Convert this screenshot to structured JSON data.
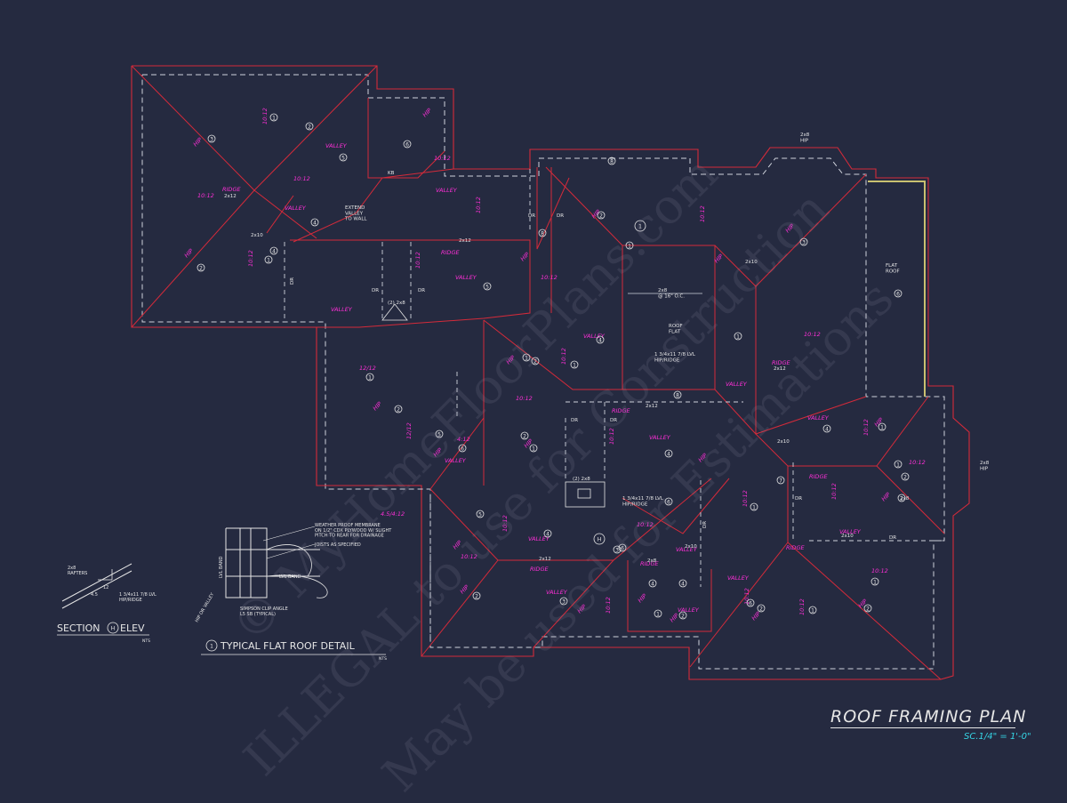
{
  "title": "ROOF FRAMING PLAN",
  "scale": "SC.1/4\" = 1'-0\"",
  "colors": {
    "background": "#252a40",
    "outline": "#d42a3a",
    "dashed": "#cfd3dc",
    "labels": "#ff2fd8",
    "notes": "#e6e6e6",
    "accent": "#35d6e6",
    "flat_roof_edge": "#c9c070"
  },
  "watermark": {
    "line1": "© MyHomeFloorPlans.com",
    "line2": "ILLEGAL to use for Construction",
    "line3": "May be used for Estimations"
  },
  "magenta_labels": {
    "pitch": "10:12",
    "pitch_steep": "12/12",
    "pitch_low": "4:12",
    "pitch_mixed": "4.5/4:12",
    "hip": "HIP",
    "valley": "VALLEY",
    "ridge": "RIDGE"
  },
  "white_labels": {
    "dr": "DR",
    "rafter_2x10": "2x10",
    "rafter_2x12": "2x12",
    "rafter_2x8": "2x8",
    "ridge_2x12": "2x12",
    "extend_valley": "EXTEND\nVALLEY\nTO WALL",
    "hip_2x8": "2x8\nHIP",
    "flat_roof": "FLAT\nROOF",
    "roof_flat": "ROOF\nFLAT",
    "lvl_hip_ridge": "1 3/4x11 7/8 LVL\nHIP/RIDGE",
    "joist_note": "2x8\n@ 16\" O.C.",
    "beam_2_2x8": "(2) 2x8",
    "kb": "KB"
  },
  "section": {
    "title": "SECTION",
    "marker": "H",
    "suffix": "ELEV",
    "note": "NTS",
    "rafters": "2x8\nRAFTERS",
    "lvl": "1 3/4x11 7/8 LVL\nHIP/RIDGE",
    "pitch_12": "12",
    "pitch_45": "4.5"
  },
  "detail": {
    "number": "1",
    "title": "TYPICAL FLAT ROOF DETAIL",
    "note": "NTS",
    "membrane": "WEATHER PROOF MEMBRANE\nON 1/2\" CDX PLYWOOD W/ SLIGHT\nPITCH TO REAR FOR DRAINAGE",
    "joists": "JOISTS AS SPECIFIED",
    "lvl_band_a": "LVL BAND",
    "lvl_band_b": "LVL BAND",
    "simpson": "SIMPSON CLIP ANGLE\nL5 SB (TYPICAL)",
    "hip": "HIP OR VALLEY"
  }
}
